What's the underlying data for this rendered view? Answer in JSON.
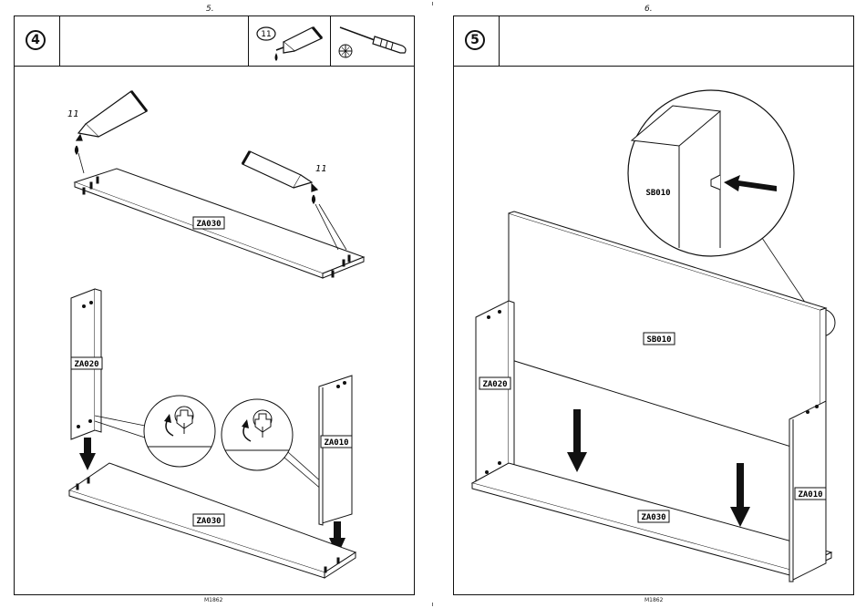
{
  "left_page": {
    "page_number": "5.",
    "step": "4",
    "glue_count": "11",
    "glue_tag_a": "11",
    "glue_tag_b": "11",
    "parts": {
      "top_board": "ZA030",
      "left_side": "ZA020",
      "right_side": "ZA010",
      "bottom_board": "ZA030"
    },
    "footer": "M1862"
  },
  "right_page": {
    "page_number": "6.",
    "step": "5",
    "parts": {
      "back_panel": "SB010",
      "back_panel_detail": "SB010",
      "left_side": "ZA020",
      "right_side": "ZA010",
      "base": "ZA030"
    },
    "footer": "M1862"
  },
  "icons": [
    "glue-tube-icon",
    "screwdriver-icon",
    "phillips-head-icon"
  ]
}
